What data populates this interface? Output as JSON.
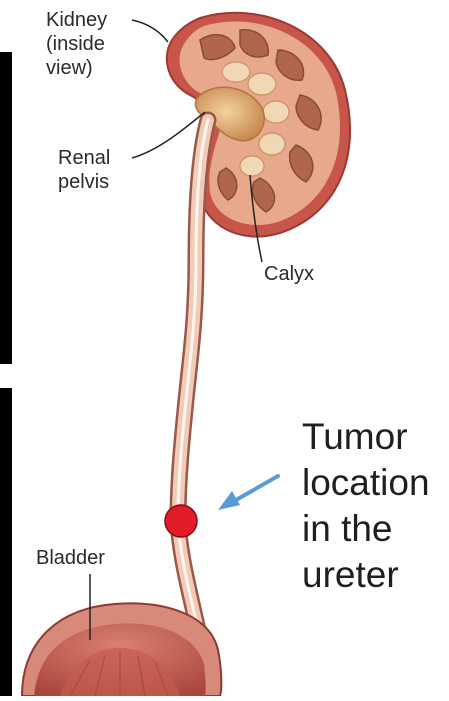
{
  "labels": {
    "kidney": "Kidney\n(inside\nview)",
    "renal_pelvis": "Renal\npelvis",
    "calyx": "Calyx",
    "bladder": "Bladder"
  },
  "annotation": {
    "tumor": "Tumor\nlocation\nin the\nureter"
  },
  "colors": {
    "kidney_tissue": "#e8a88c",
    "kidney_cortex": "#c8554a",
    "pyramids": "#b0664a",
    "pelvis": "#d9a070",
    "ureter": "#e6b6a0",
    "tumor": "#e11d2a",
    "arrow": "#5b9bd5",
    "side_bar": "#000000"
  },
  "icons": {
    "arrow": "arrow-left-down-icon",
    "tumor_marker": "red-circle-icon"
  }
}
